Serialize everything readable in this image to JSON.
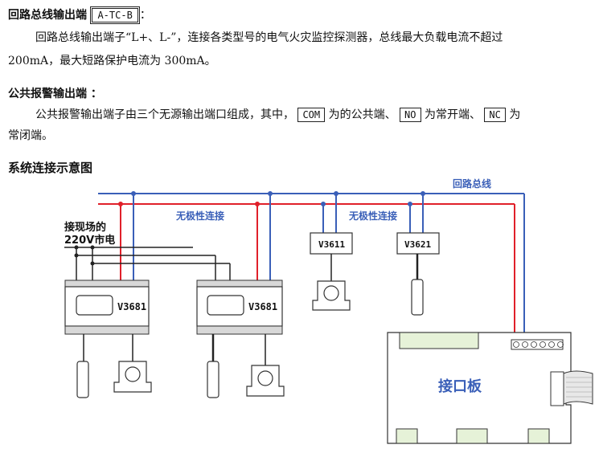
{
  "section1": {
    "title": "回路总线输出端",
    "code": "A-TC-B",
    "colon": "：",
    "line1": "回路总线输出端子“L+、L-”，连接各类型号的电气火灾监控探测器，总线最大负载电流不超过",
    "line2": "200mA，最大短路保护电流为 300mA。"
  },
  "section2": {
    "title": "公共报警输出端 ：",
    "line1_a": "公共报警输出端子由三个无源输出端口组成，其中，",
    "com": "COM",
    "line1_b": "为的公共端、",
    "no": "NO",
    "line1_c": "为常开端、",
    "nc": "NC",
    "line1_d": "为",
    "line2": "常闭端。"
  },
  "section3": {
    "title": "系统连接示意图"
  },
  "diagram": {
    "bus_label": "回路总线",
    "nonpolar_label_1": "无极性连接",
    "nonpolar_label_2": "无极性连接",
    "power_label_1": "接现场的",
    "power_label_2": "220V市电",
    "device1_label": "V3681",
    "device2_label": "V3681",
    "sensor1_label": "V3611",
    "sensor2_label": "V3621",
    "board_label": "接口板",
    "colors": {
      "red": "#e0202a",
      "blue": "#3a5fb8",
      "label_blue": "#3a5fb8"
    }
  }
}
